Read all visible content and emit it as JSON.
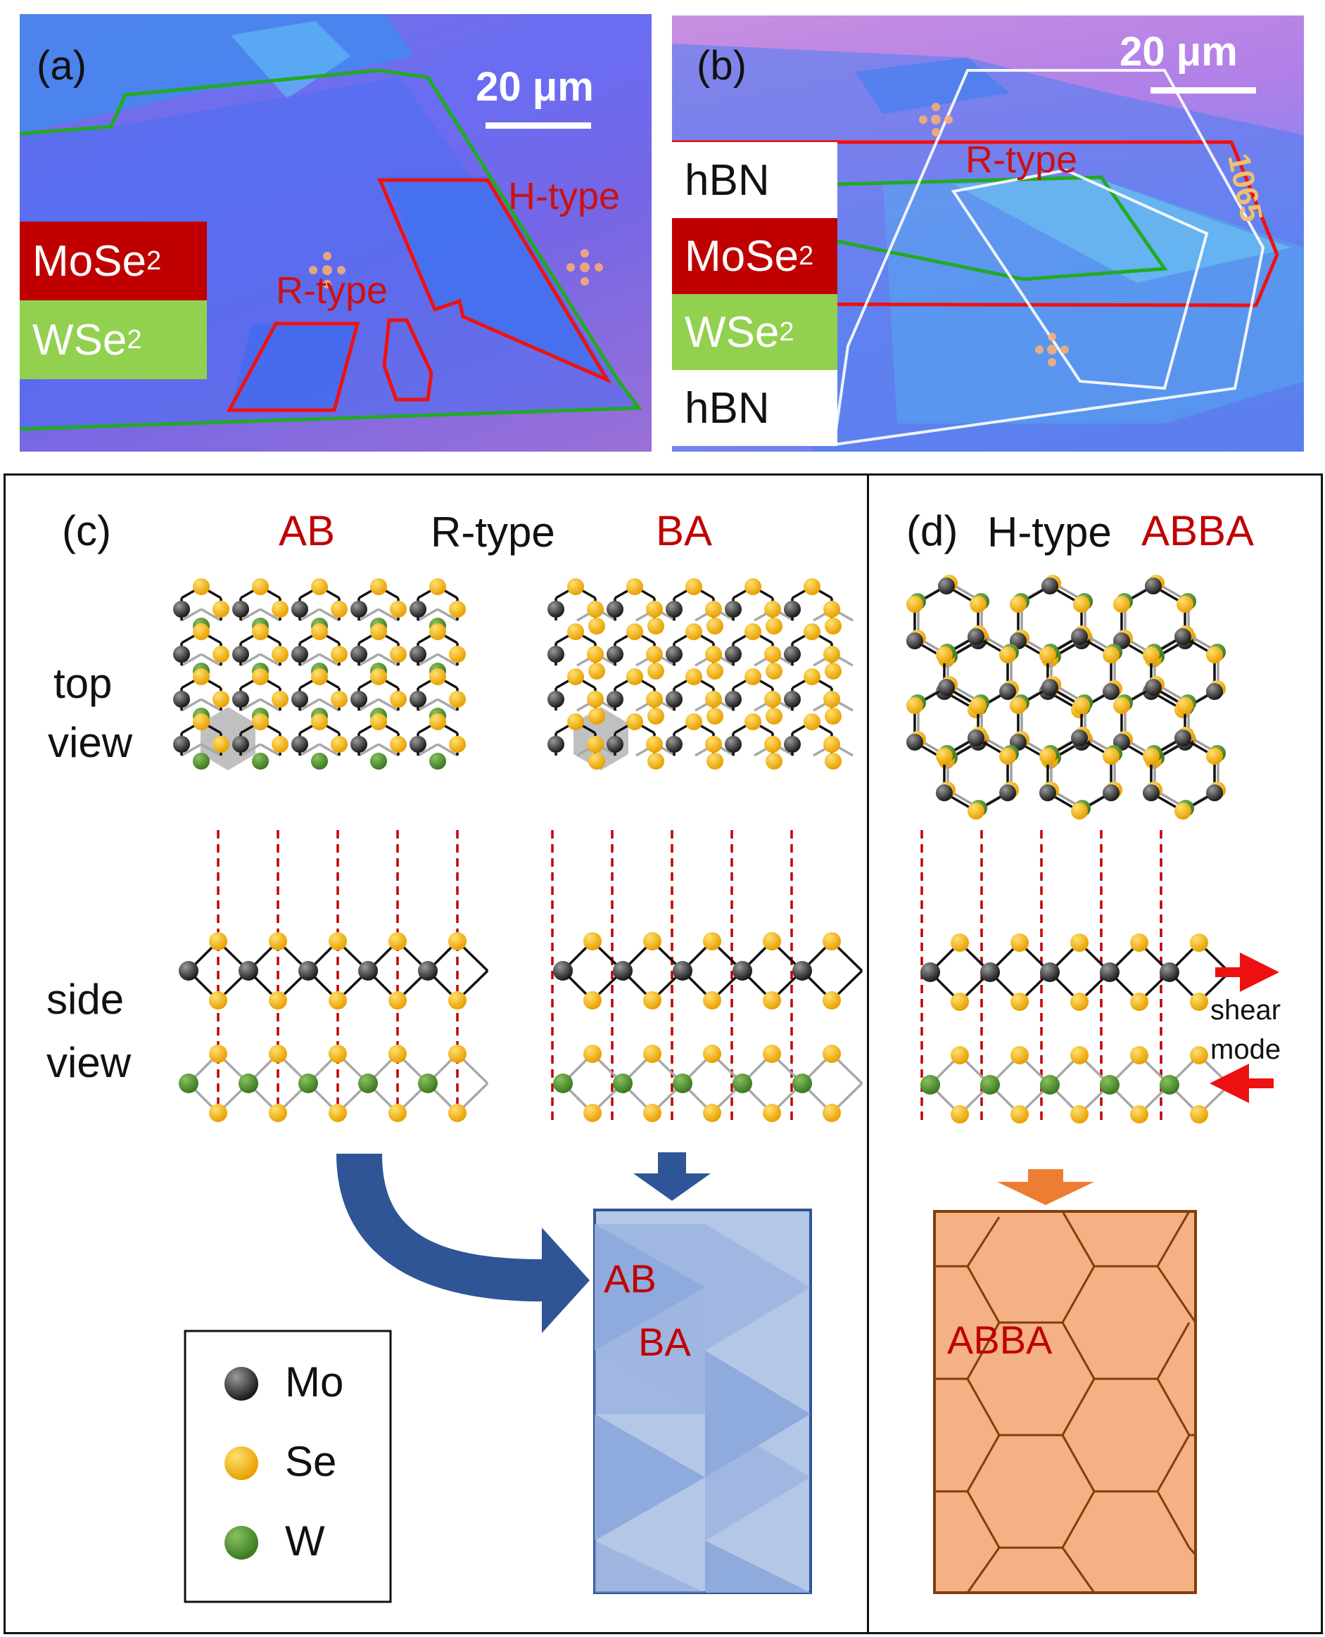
{
  "panel_a": {
    "label": "(a)",
    "scale": "20 μm",
    "legend": [
      {
        "text": "MoSe",
        "sub": "2"
      },
      {
        "text": "WSe",
        "sub": "2"
      }
    ],
    "region_labels": {
      "h_type": "H-type",
      "r_type": "R-type"
    },
    "colors": {
      "mose2": "#c00000",
      "wse2": "#92d050",
      "outline_green": "#22aa22",
      "outline_red": "#ee1111"
    }
  },
  "panel_b": {
    "label": "(b)",
    "scale": "20 μm",
    "legend": [
      {
        "text": "hBN",
        "sub": ""
      },
      {
        "text": "MoSe",
        "sub": "2"
      },
      {
        "text": "WSe",
        "sub": "2"
      },
      {
        "text": "hBN",
        "sub": ""
      }
    ],
    "region_label": "R-type",
    "marker_text": "1065"
  },
  "panel_c": {
    "label": "(c)",
    "ab": "AB",
    "rtype": "R-type",
    "ba": "BA",
    "top_view": [
      "top",
      "view"
    ],
    "side_view": [
      "side",
      "view"
    ],
    "domain_ab": "AB",
    "domain_ba": "BA",
    "legend": [
      {
        "name": "Mo",
        "color": "#333333"
      },
      {
        "name": "Se",
        "color": "#f5b400"
      },
      {
        "name": "W",
        "color": "#4a8a30"
      }
    ]
  },
  "panel_d": {
    "label": "(d)",
    "htype": "H-type",
    "abba": "ABBA",
    "shear": [
      "shear",
      "mode"
    ],
    "domain": "ABBA"
  }
}
